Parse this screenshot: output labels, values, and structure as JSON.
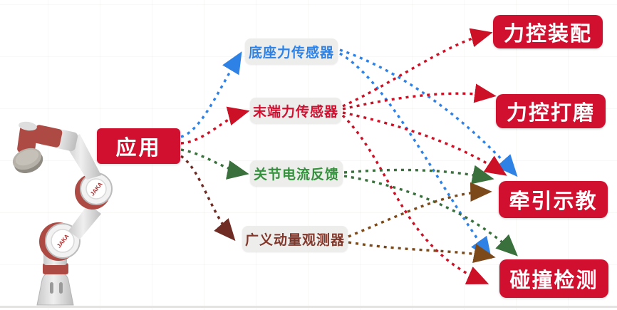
{
  "app_node": {
    "label": "应用"
  },
  "sources": [
    {
      "id": "base-force-sensor",
      "label": "底座力传感器",
      "text_color": "#2e82e6"
    },
    {
      "id": "end-force-sensor",
      "label": "末端力传感器",
      "text_color": "#d11030"
    },
    {
      "id": "joint-current-feedback",
      "label": "关节电流反馈",
      "text_color": "#33913c"
    },
    {
      "id": "momentum-observer",
      "label": "广义动量观测器",
      "text_color": "#82372a"
    }
  ],
  "applications": [
    {
      "id": "force-control-assembly",
      "label": "力控装配"
    },
    {
      "id": "force-control-grinding",
      "label": "力控打磨"
    },
    {
      "id": "drag-teaching",
      "label": "牵引示教"
    },
    {
      "id": "collision-detection",
      "label": "碰撞检测"
    }
  ],
  "connections": [
    {
      "from": "应用",
      "to": "底座力传感器",
      "color": "#2e82e6"
    },
    {
      "from": "应用",
      "to": "末端力传感器",
      "color": "#cc1126"
    },
    {
      "from": "应用",
      "to": "关节电流反馈",
      "color": "#39703c"
    },
    {
      "from": "应用",
      "to": "广义动量观测器",
      "color": "#6e2c24"
    },
    {
      "from": "底座力传感器",
      "to": "牵引示教",
      "color": "#2e82e6"
    },
    {
      "from": "底座力传感器",
      "to": "碰撞检测",
      "color": "#2e82e6"
    },
    {
      "from": "末端力传感器",
      "to": "力控装配",
      "color": "#cc1126"
    },
    {
      "from": "末端力传感器",
      "to": "力控打磨",
      "color": "#cc1126"
    },
    {
      "from": "末端力传感器",
      "to": "牵引示教",
      "color": "#cc1126"
    },
    {
      "from": "末端力传感器",
      "to": "碰撞检测",
      "color": "#cc1126"
    },
    {
      "from": "关节电流反馈",
      "to": "牵引示教",
      "color": "#39703c"
    },
    {
      "from": "关节电流反馈",
      "to": "碰撞检测",
      "color": "#39703c"
    },
    {
      "from": "广义动量观测器",
      "to": "牵引示教",
      "color": "#7c4a1a"
    },
    {
      "from": "广义动量观测器",
      "to": "碰撞检测",
      "color": "#7c4a1a"
    }
  ],
  "robot": {
    "brand": "JAKA"
  },
  "colors": {
    "node_red": "#d11030",
    "node_gray": "#ededec",
    "blue": "#2e82e6",
    "red": "#cc1126",
    "green": "#39703c",
    "brown": "#7c4a1a",
    "maroon": "#6e2c24",
    "robot_red": "#ad4a43",
    "background": "#ffffff"
  }
}
